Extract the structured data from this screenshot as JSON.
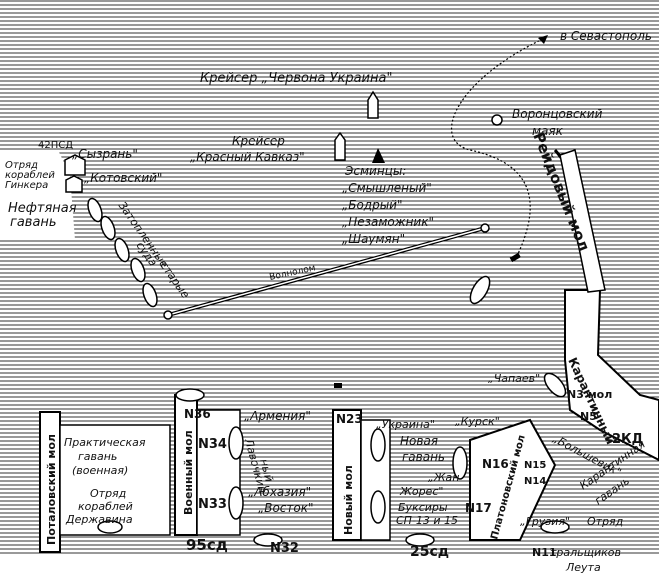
{
  "labels": {
    "sevastopol": "в Севастополь",
    "cruiser_ukraina": "Крейсер „Червона Украина\"",
    "vorontsov": "Воронцовский",
    "mayak": "маяк",
    "cruiser_krasny_1": "Крейсер",
    "cruiser_krasny_2": "„Красный Кавказ\"",
    "ships_top": "„Сызрань\"",
    "ships_kotovsky": "„Котовский\"",
    "top_left_code": "42ПСД",
    "otryad_1": "Отряд",
    "otryad_2": "кораблей",
    "otryad_3": "Гинкера",
    "neft_1": "Нефтяная",
    "neft_2": "гавань",
    "zatop_1": "Затопленные",
    "zatop_2": "старые",
    "zatop_3": "суда",
    "esmintsy": "Эсминцы:",
    "esm_1": "„Смышленый\"",
    "esm_2": "„Бодрый\"",
    "esm_3": "„Незаможник\"",
    "esm_4": "„Шаумян\"",
    "volnolom": "Волнолом",
    "reidovy": "Рейдовый мол",
    "chapaev": "„Чапаев\"",
    "karantinny": "Карантинный",
    "n3mol": "N3 мол",
    "n5": "N5",
    "kd2": "2КД",
    "potalovsky": "Поталовский мол",
    "prakt_1": "Практическая",
    "prakt_2": "гавань",
    "prakt_3": "(военная)",
    "otryad_d1": "Отряд",
    "otryad_d2": "кораблей",
    "otryad_d3": "Державина",
    "n36": "N36",
    "voenny": "Военный мол",
    "n34": "N34",
    "n33": "N33",
    "armenia": "„Армения\"",
    "abkhazia": "„Абхазия\"",
    "vostok": "„Восток\"",
    "lavochny_1": "Лавочкин",
    "lavochny_2": "ный",
    "sd95": "95сд",
    "n32": "N32",
    "n23": "N23",
    "novy": "Новый мол",
    "ukraina": "„Украина\"",
    "kursk": "„Курск\"",
    "novaya_1": "Новая",
    "novaya_2": "гавань",
    "zhan_1": "„Жан",
    "zhan_2": "Жорес\"",
    "buks_1": "Буксиры",
    "buks_2": "СП-13 и 15",
    "n17": "N17",
    "n16": "N16",
    "platonovsky": "Платоновский мол",
    "n15": "N15",
    "n14": "N14",
    "sd25": "25сд",
    "bolsheviк": "„Большевик\"",
    "karantin_g1": "Карантинная",
    "karantin_g2": "гавань",
    "gruzia": "„Грузия\"",
    "otryad_t": "Отряд",
    "n11": "N11",
    "tralsh": "тральщиков",
    "leuta": "Леута"
  }
}
